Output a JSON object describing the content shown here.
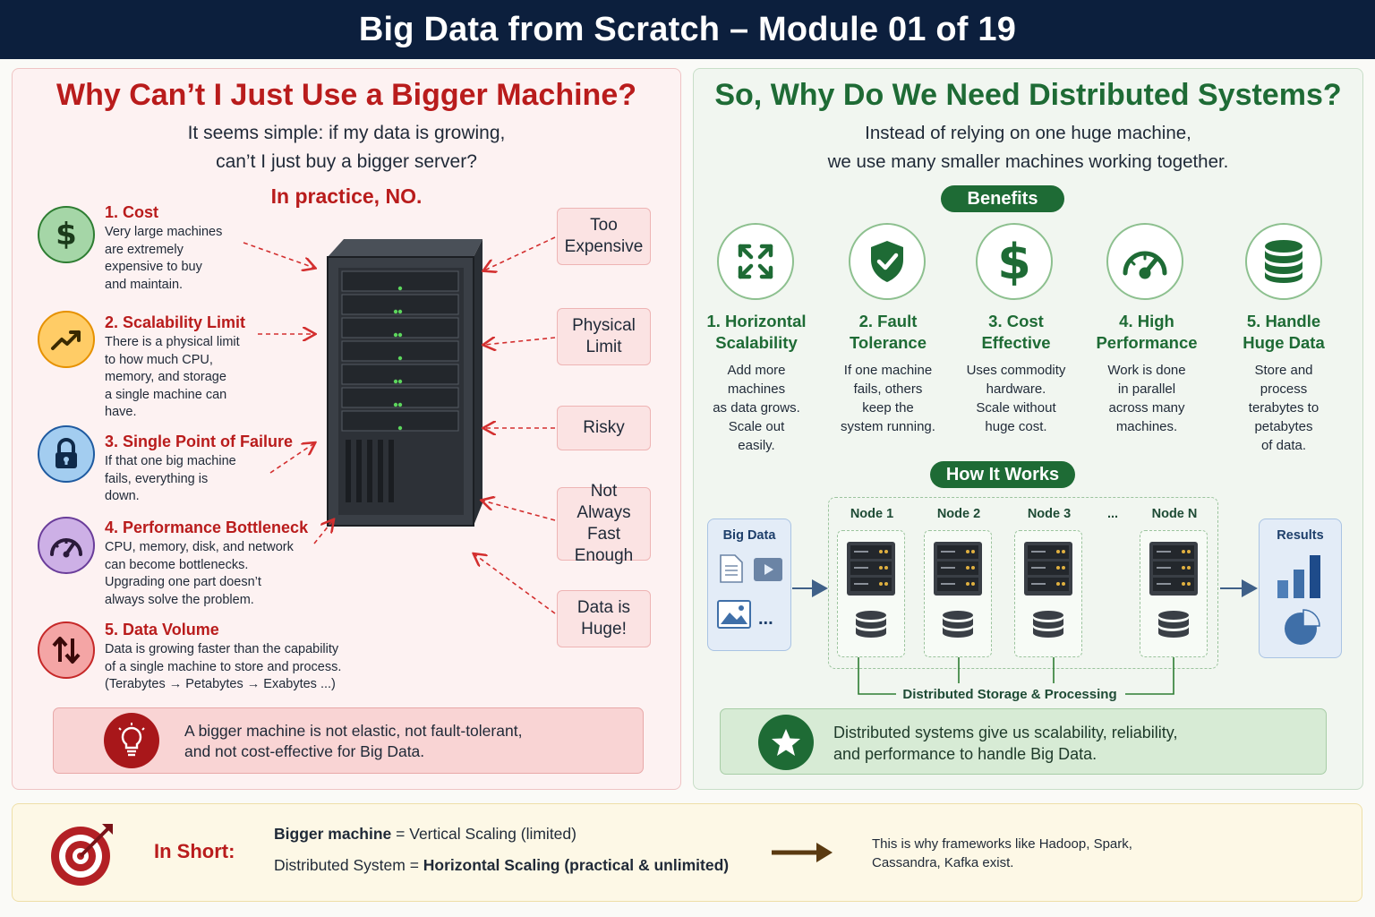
{
  "header": {
    "title": "Big Data from Scratch – Module 01 of 19"
  },
  "left": {
    "title": "Why Can’t I Just Use a Bigger Machine?",
    "subtitle_1": "It seems simple: if my data is growing,",
    "subtitle_2": "can’t I just buy a bigger server?",
    "verdict": "In practice, NO.",
    "reasons": [
      {
        "title": "1. Cost",
        "desc": "Very large machines\nare extremely\nexpensive to buy\nand maintain.",
        "icon": "dollar-icon",
        "color": "#2e7d32",
        "bg": "#a5d6a7"
      },
      {
        "title": "2. Scalability Limit",
        "desc": "There is a physical limit\nto how much CPU,\nmemory, and storage\na single machine can\nhave.",
        "icon": "trending-up-icon",
        "color": "#e69100",
        "bg": "#ffcc66"
      },
      {
        "title": "3. Single Point of Failure",
        "desc": "If that one big machine\nfails, everything is\ndown.",
        "icon": "lock-icon",
        "color": "#1e5aa0",
        "bg": "#a3cdf0"
      },
      {
        "title": "4. Performance Bottleneck",
        "desc": "CPU, memory, disk, and network\ncan become bottlenecks.\nUpgrading one part doesn’t\nalways solve the problem.",
        "icon": "gauge-icon",
        "color": "#6a3d9a",
        "bg": "#cdb0e6"
      },
      {
        "title": "5. Data Volume",
        "desc": "Data is growing faster than the capability\nof a single machine to store and process.\n(Terabytes → Petabytes → Exabytes ...)",
        "icon": "up-down-arrows-icon",
        "color": "#c62828",
        "bg": "#f4a5a5"
      }
    ],
    "tags": [
      "Too\nExpensive",
      "Physical\nLimit",
      "Risky",
      "Not\nAlways Fast\nEnough",
      "Data is\nHuge!"
    ],
    "conclusion_1": "A bigger machine is not elastic, not fault-tolerant,",
    "conclusion_2": "and not cost-effective for Big Data."
  },
  "right": {
    "title": "So, Why Do We Need Distributed Systems?",
    "subtitle_1": "Instead of relying on one huge machine,",
    "subtitle_2": "we use many smaller machines working together.",
    "benefits_label": "Benefits",
    "benefits": [
      {
        "title": "1. Horizontal\nScalability",
        "desc": "Add more\nmachines\nas data grows.\nScale out\neasily.",
        "icon": "expand-arrows-icon"
      },
      {
        "title": "2. Fault\nTolerance",
        "desc": "If one machine\nfails, others\nkeep the\nsystem running.",
        "icon": "shield-check-icon"
      },
      {
        "title": "3. Cost\nEffective",
        "desc": "Uses commodity\nhardware.\nScale without\nhuge cost.",
        "icon": "dollar-icon"
      },
      {
        "title": "4. High\nPerformance",
        "desc": "Work is done\nin parallel\nacross many\nmachines.",
        "icon": "gauge-icon"
      },
      {
        "title": "5. Handle\nHuge Data",
        "desc": "Store and\nprocess\nterabytes to\npetabytes\nof data.",
        "icon": "database-icon"
      }
    ],
    "how_label": "How It Works",
    "big_data_label": "Big Data",
    "more_label": "...",
    "nodes": [
      "Node 1",
      "Node 2",
      "Node 3",
      "...",
      "Node N"
    ],
    "results_label": "Results",
    "distributed_label": "Distributed Storage & Processing",
    "conclusion_1": "Distributed systems give us scalability, reliability,",
    "conclusion_2": "and performance to handle Big Data."
  },
  "summary": {
    "label": "In Short:",
    "line1_bold": "Bigger machine",
    "line1_rest": " = Vertical Scaling (limited)",
    "line2_pre": "Distributed System = ",
    "line2_bold": "Horizontal Scaling (practical & unlimited)",
    "note_1": "This is why frameworks like Hadoop, Spark,",
    "note_2": "Cassandra, Kafka exist."
  },
  "colors": {
    "navy": "#0c1f3d",
    "red": "#b91c1c",
    "green": "#1e6b35",
    "summary_bg": "#fdf8e6"
  }
}
